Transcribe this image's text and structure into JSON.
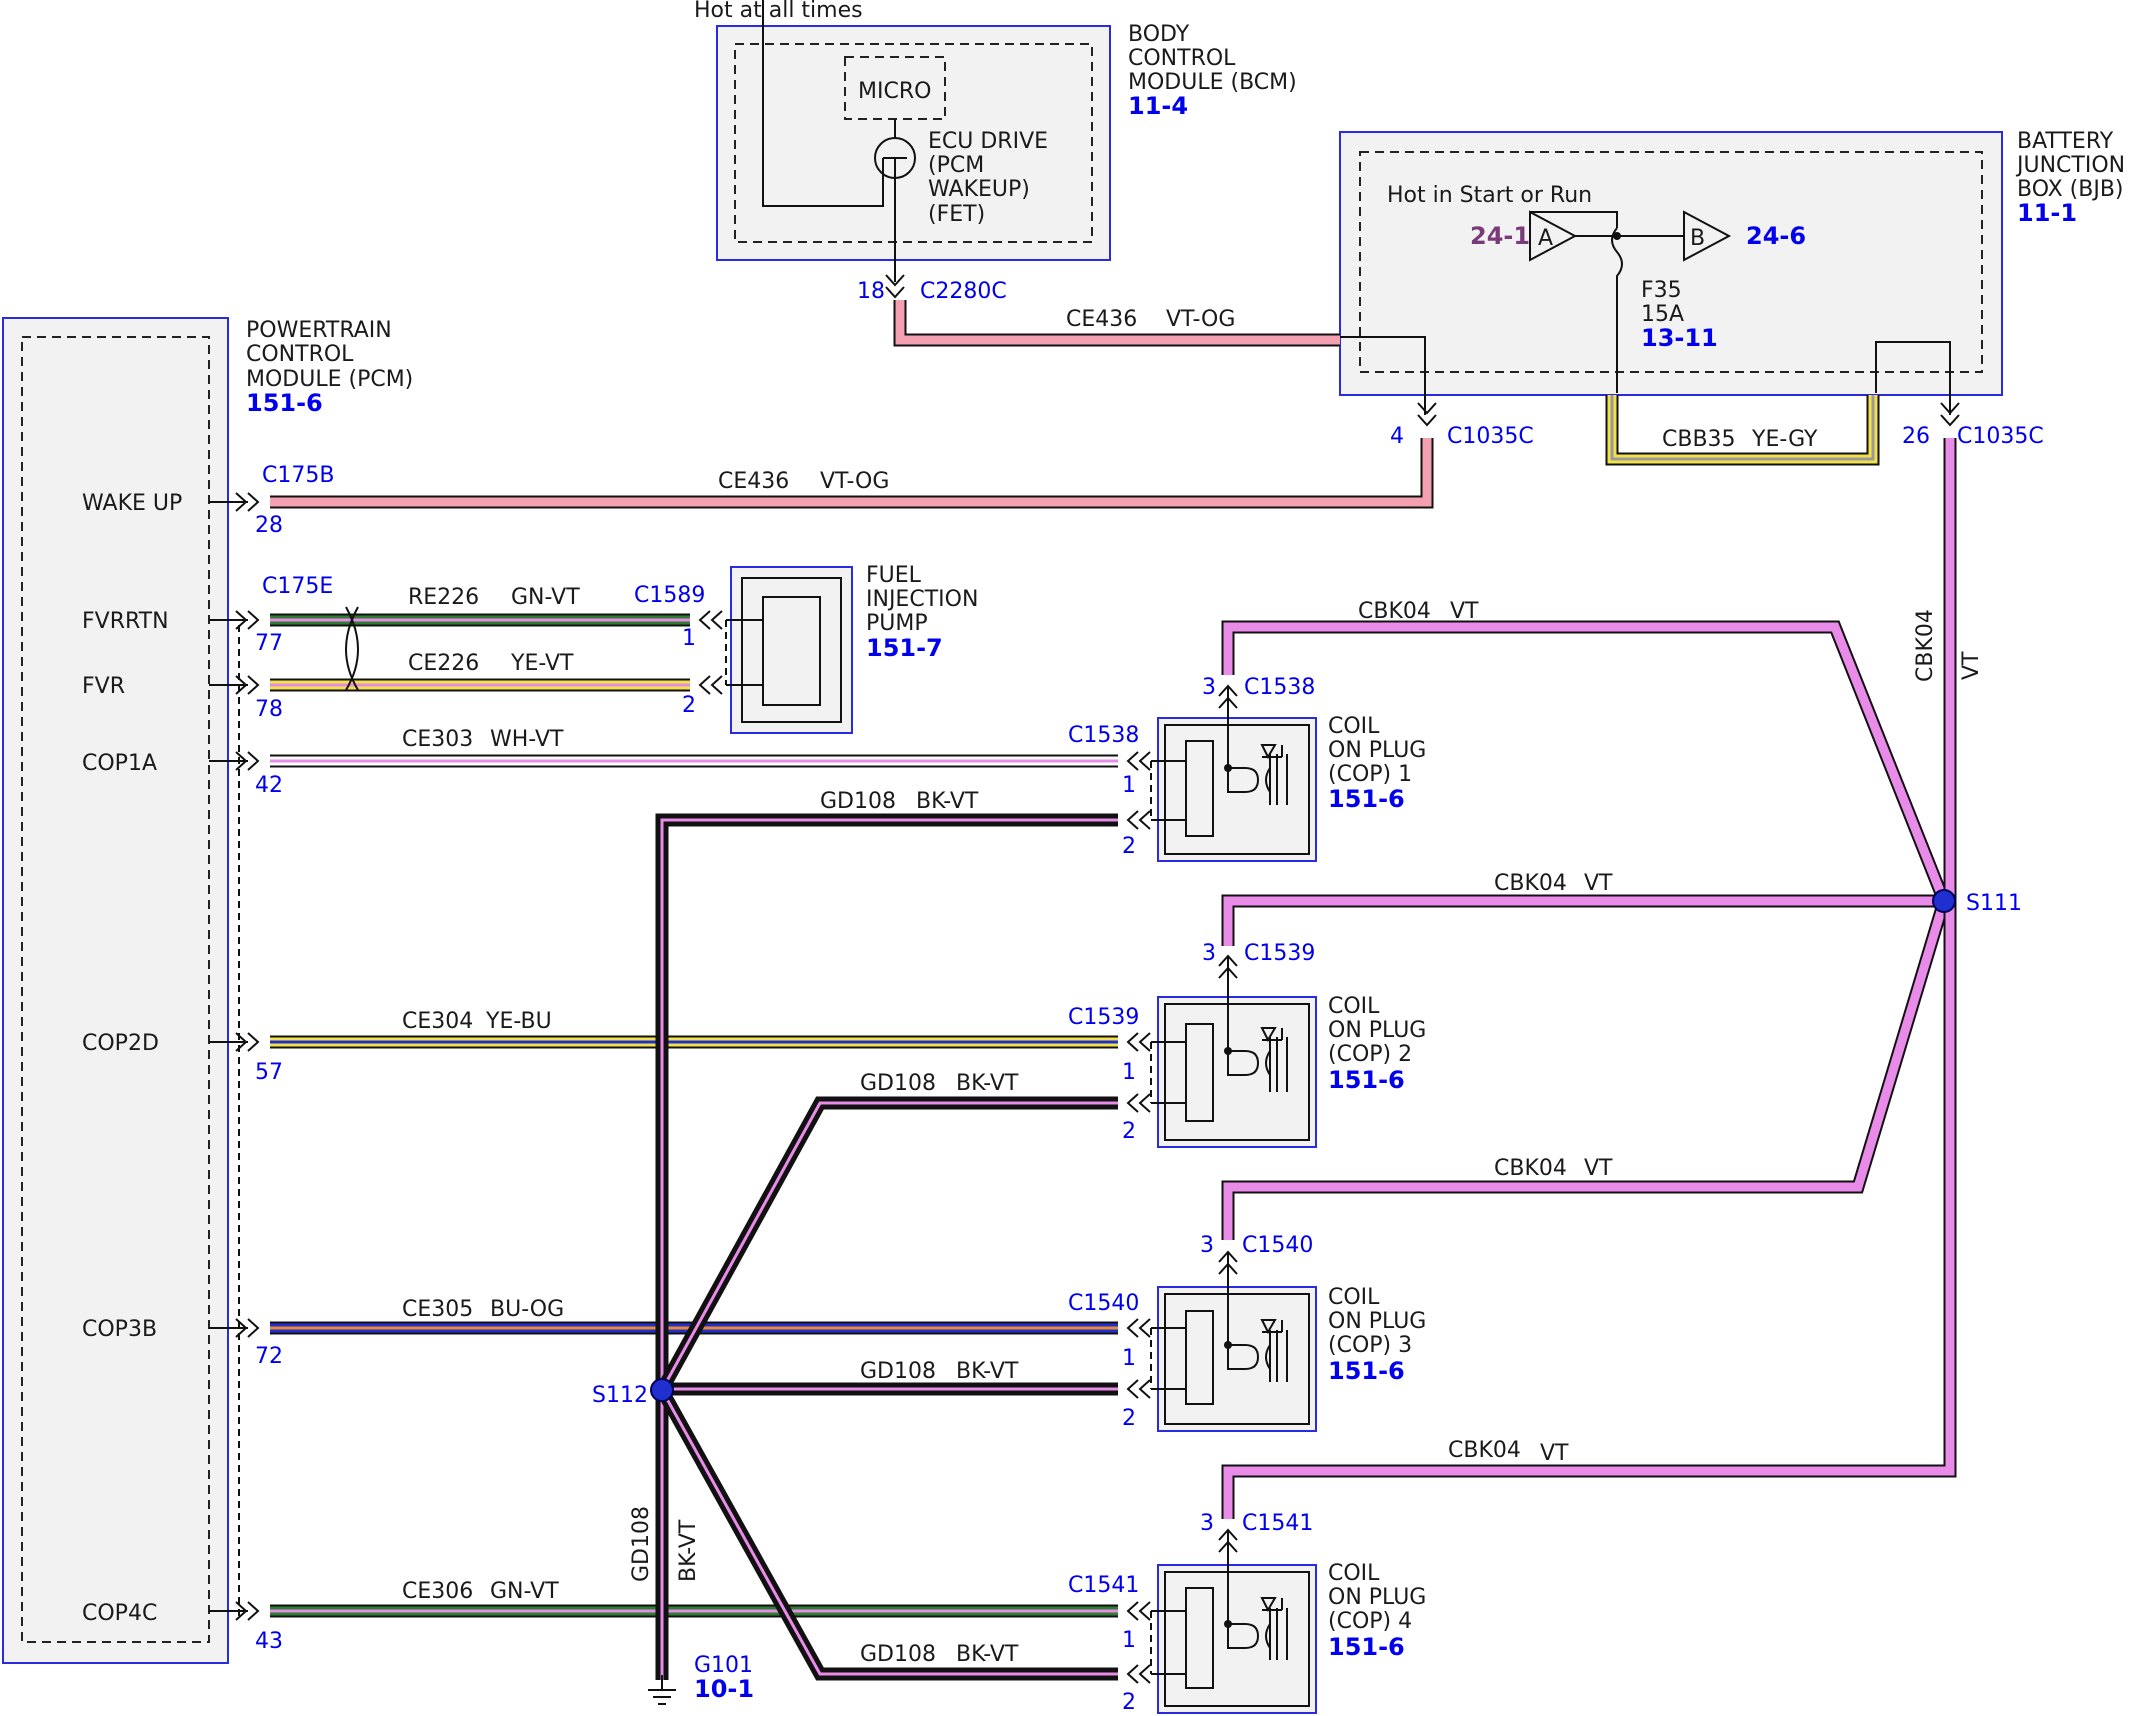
{
  "colors": {
    "vt_og": "#f4a0b0",
    "vt": "#e98be8",
    "gn": "#2f7d32",
    "ye": "#f2e14a",
    "wh": "#ffffff",
    "bu": "#1f2fd0",
    "bk": "#111111",
    "og": "#f08a2a",
    "gy": "#9a9a9a",
    "module_border": "#2a2ae0",
    "ref_blue": "#0000ee",
    "ref_purple": "#7a3a7a"
  },
  "bcm": {
    "hot_label": "Hot at all times",
    "title": [
      "BODY",
      "CONTROL",
      "MODULE (BCM)"
    ],
    "ref": "11-4",
    "micro": "MICRO",
    "ecu": [
      "ECU DRIVE",
      "(PCM",
      "WAKEUP)",
      "(FET)"
    ],
    "pin": "18",
    "connector": "C2280C"
  },
  "bjb": {
    "title": [
      "BATTERY",
      "JUNCTION",
      "BOX (BJB)"
    ],
    "ref": "11-1",
    "hot_label": "Hot in Start or Run",
    "ref_a": "24-1",
    "ref_b": "24-6",
    "letter_a": "A",
    "letter_b": "B",
    "fuse": [
      "F35",
      "15A"
    ],
    "fuse_ref": "13-11",
    "pin_left": "4",
    "pin_right": "26",
    "connector_left": "C1035C",
    "connector_right": "C1035C"
  },
  "pcm": {
    "title": [
      "POWERTRAIN",
      "CONTROL",
      "MODULE (PCM)"
    ],
    "ref": "151-6",
    "pins": [
      {
        "name": "WAKE UP",
        "pin": "28"
      },
      {
        "name": "FVRRTN",
        "pin": "77"
      },
      {
        "name": "FVR",
        "pin": "78"
      },
      {
        "name": "COP1A",
        "pin": "42"
      },
      {
        "name": "COP2D",
        "pin": "57"
      },
      {
        "name": "COP3B",
        "pin": "72"
      },
      {
        "name": "COP4C",
        "pin": "43"
      }
    ],
    "conn_top": "C175B",
    "conn_mid": "C175E"
  },
  "pump": {
    "title": [
      "FUEL",
      "INJECTION",
      "PUMP"
    ],
    "ref": "151-7",
    "connector": "C1589",
    "pin1": "1",
    "pin2": "2"
  },
  "coils": [
    {
      "title": [
        "COIL",
        "ON PLUG",
        "(COP) 1"
      ],
      "ref": "151-6",
      "connector": "C1538",
      "pin1": "1",
      "pin2": "2",
      "pin3": "3"
    },
    {
      "title": [
        "COIL",
        "ON PLUG",
        "(COP) 2"
      ],
      "ref": "151-6",
      "connector": "C1539",
      "pin1": "1",
      "pin2": "2",
      "pin3": "3"
    },
    {
      "title": [
        "COIL",
        "ON PLUG",
        "(COP) 3"
      ],
      "ref": "151-6",
      "connector": "C1540",
      "pin1": "1",
      "pin2": "2",
      "pin3": "3"
    },
    {
      "title": [
        "COIL",
        "ON PLUG",
        "(COP) 4"
      ],
      "ref": "151-6",
      "connector": "C1541",
      "pin1": "1",
      "pin2": "2",
      "pin3": "3"
    }
  ],
  "wires": {
    "ce436_top": {
      "circuit": "CE436",
      "color": "VT-OG"
    },
    "ce436_bottom": {
      "circuit": "CE436",
      "color": "VT-OG"
    },
    "cbb35": {
      "circuit": "CBB35",
      "color": "YE-GY"
    },
    "re226": {
      "circuit": "RE226",
      "color": "GN-VT"
    },
    "ce226": {
      "circuit": "CE226",
      "color": "YE-VT"
    },
    "ce303": {
      "circuit": "CE303",
      "color": "WH-VT"
    },
    "ce304": {
      "circuit": "CE304",
      "color": "YE-BU"
    },
    "ce305": {
      "circuit": "CE305",
      "color": "BU-OG"
    },
    "ce306": {
      "circuit": "CE306",
      "color": "GN-VT"
    },
    "cbk04_1": {
      "circuit": "CBK04",
      "color": "VT"
    },
    "cbk04_2": {
      "circuit": "CBK04",
      "color": "VT"
    },
    "cbk04_3": {
      "circuit": "CBK04",
      "color": "VT"
    },
    "cbk04_4": {
      "circuit": "CBK04",
      "color": "VT"
    },
    "cbk04_v": {
      "circuit": "CBK04",
      "color": "VT"
    },
    "gd108_1": {
      "circuit": "GD108",
      "color": "BK-VT"
    },
    "gd108_2": {
      "circuit": "GD108",
      "color": "BK-VT"
    },
    "gd108_3": {
      "circuit": "GD108",
      "color": "BK-VT"
    },
    "gd108_4": {
      "circuit": "GD108",
      "color": "BK-VT"
    },
    "gd108_v": {
      "circuit": "GD108",
      "color": "BK-VT"
    }
  },
  "splices": {
    "s111": "S111",
    "s112": "S112"
  },
  "ground": {
    "name": "G101",
    "ref": "10-1"
  }
}
